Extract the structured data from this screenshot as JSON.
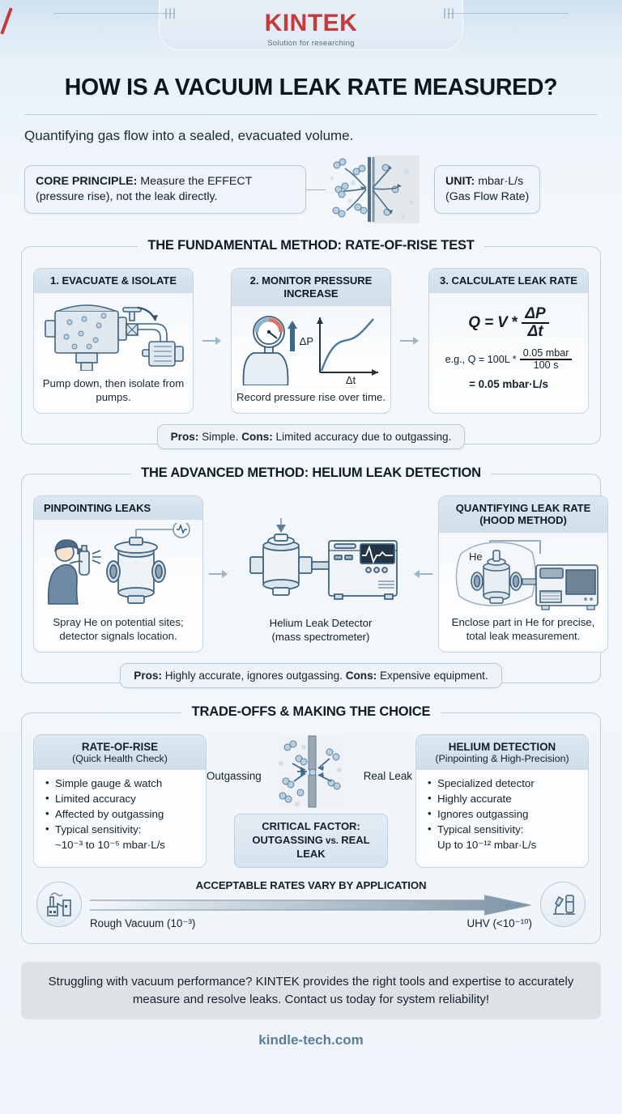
{
  "brand": {
    "name": "KINTEK",
    "tagline": "Solution for researching"
  },
  "title": "HOW IS A VACUUM LEAK RATE MEASURED?",
  "intro": {
    "lead": "Quantifying gas flow into a sealed, evacuated volume.",
    "core_label": "CORE PRINCIPLE:",
    "core_text": " Measure the EFFECT (pressure rise), not the leak directly.",
    "unit_label": "UNIT:",
    "unit_value": " mbar·L/s",
    "unit_sub": "(Gas Flow Rate)"
  },
  "section1": {
    "title": "THE FUNDAMENTAL METHOD: RATE-OF-RISE TEST",
    "cards": [
      {
        "head": "1. EVACUATE & ISOLATE",
        "caption": "Pump down, then isolate from pumps."
      },
      {
        "head": "2. MONITOR PRESSURE INCREASE",
        "caption": "Record pressure rise over time."
      },
      {
        "head": "3. CALCULATE LEAK RATE",
        "caption": ""
      }
    ],
    "chart_labels": {
      "y": "ΔP",
      "x": "Δt"
    },
    "formula": {
      "q": "Q",
      "eq": "=",
      "v": "V",
      "mul": "*",
      "num": "ΔP",
      "den": "Δt",
      "example_prefix": "e.g., Q = 100L *",
      "example_num": "0.05 mbar",
      "example_den": "100 s",
      "result": "= 0.05 mbar·L/s"
    },
    "proscons": {
      "pros_label": "Pros:",
      "pros_text": " Simple. ",
      "cons_label": "Cons:",
      "cons_text": " Limited accuracy due to outgassing."
    }
  },
  "section2": {
    "title": "THE ADVANCED METHOD: HELIUM LEAK DETECTION",
    "left": {
      "head": "PINPOINTING LEAKS",
      "caption": "Spray He on potential sites; detector signals location."
    },
    "mid": {
      "caption_line1": "Helium Leak Detector",
      "caption_line2": "(mass spectrometer)"
    },
    "right": {
      "head_line1": "QUANTIFYING LEAK RATE",
      "head_line2": "(HOOD METHOD)",
      "caption": "Enclose part in He for precise, total leak measurement.",
      "gas_label": "He"
    },
    "proscons": {
      "pros_label": "Pros:",
      "pros_text": " Highly accurate, ignores outgassing. ",
      "cons_label": "Cons:",
      "cons_text": " Expensive equipment."
    }
  },
  "section3": {
    "title": "TRADE-OFFS & MAKING THE CHOICE",
    "left": {
      "head": "RATE-OF-RISE",
      "sub": "(Quick Health Check)",
      "bullets": [
        "Simple gauge & watch",
        "Limited accuracy",
        "Affected by outgassing"
      ],
      "sensitivity_label": "Typical sensitivity:",
      "sensitivity_value": "~10⁻³ to 10⁻⁵ mbar·L/s"
    },
    "right": {
      "head": "HELIUM DETECTION",
      "sub": "(Pinpointing & High-Precision)",
      "bullets": [
        "Specialized detector",
        "Highly accurate",
        "Ignores outgassing"
      ],
      "sensitivity_label": "Typical sensitivity:",
      "sensitivity_value": "Up to 10⁻¹² mbar·L/s"
    },
    "middle": {
      "label_left": "Outgassing",
      "label_right": "Real Leak",
      "critical_line1": "CRITICAL FACTOR:",
      "critical_a": "OUTGASSING",
      "critical_vs": " vs. ",
      "critical_b": "REAL LEAK"
    },
    "application": {
      "title": "ACCEPTABLE RATES VARY BY APPLICATION",
      "left_label": "Rough Vacuum (10⁻³)",
      "right_label": "UHV (<10⁻¹⁰)"
    }
  },
  "footer": {
    "cta": "Struggling with vacuum performance? KINTEK provides the right tools and expertise to accurately measure and resolve leaks. Contact us today for system reliability!",
    "site": "kindle-tech.com"
  },
  "colors": {
    "brand_red": "#c33b3b",
    "accent_blue": "#5a7d96",
    "steel": "#8fa9bd",
    "page_bg": "#eef4f9"
  }
}
